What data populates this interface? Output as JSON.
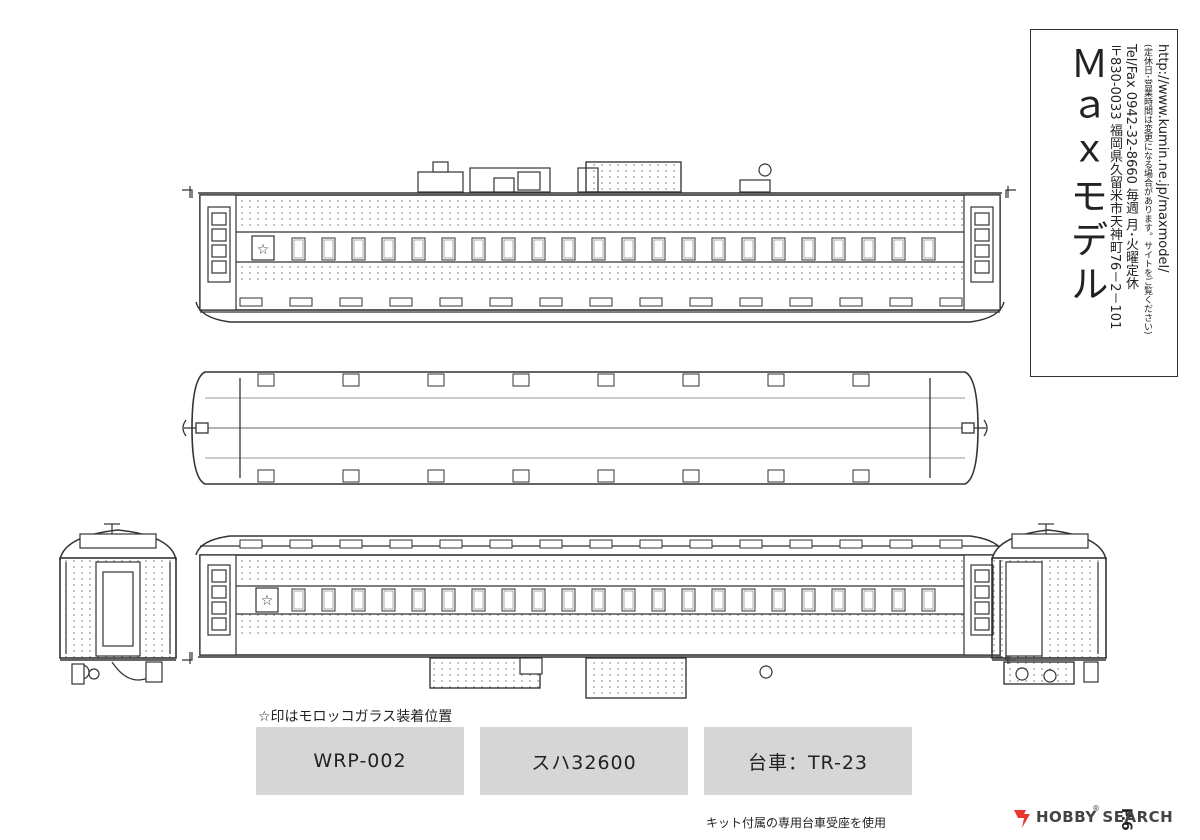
{
  "maker": {
    "name": "Ｍａｘモデル",
    "address": "〒830-0033 福岡県久留米市天神町76－2－101",
    "tel": "Tel/Fax 0942-32-8660 毎週 月･火曜定休",
    "note": "(定休日･営業時間は変更になる場合があります。サイトをご覧ください)",
    "url": "http://www.kumin.ne.jp/maxmodel/"
  },
  "caption_top": "☆印はモロッコガラス装着位置",
  "labels": {
    "part_code": "WRP-002",
    "car_type": "スハ32600",
    "bogie": "台車：TR-23"
  },
  "caption_bottom": "キット付属の専用台車受座を使用",
  "page_number": "P.6",
  "watermark": {
    "brand": "HOBBY SEARCH",
    "registered": "®"
  },
  "colors": {
    "line": "#333333",
    "label_bg": "#d6d6d6",
    "watermark_red": "#e8372d"
  }
}
